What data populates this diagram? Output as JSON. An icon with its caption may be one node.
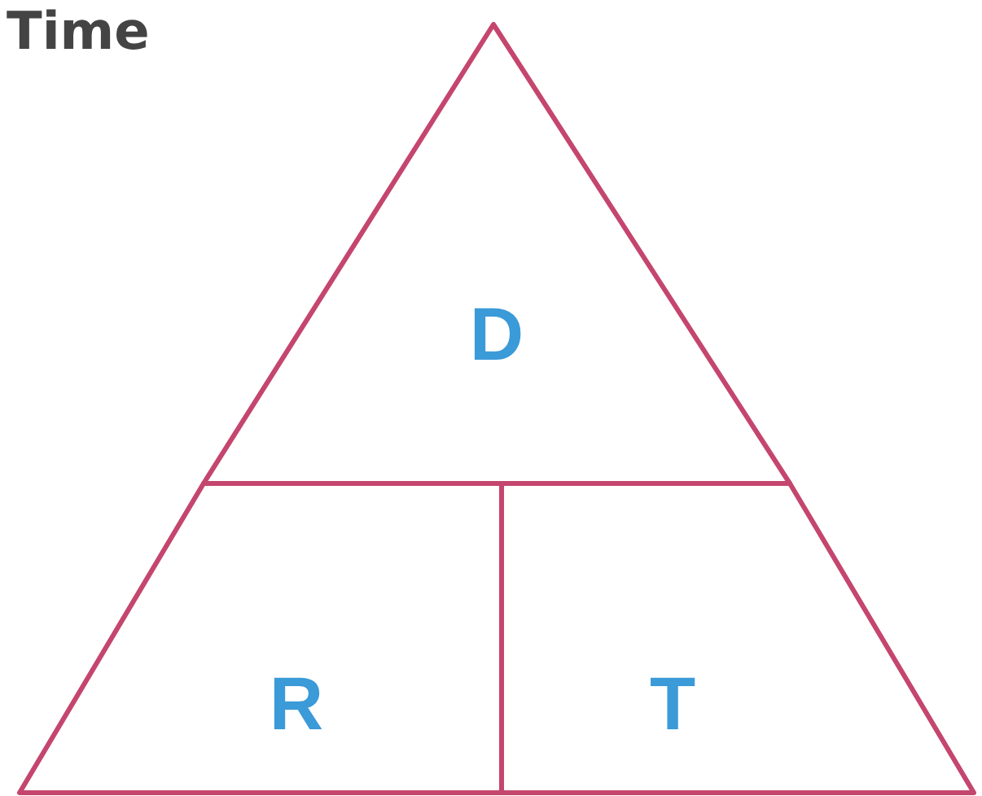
{
  "diagram": {
    "title": "Time",
    "nodes": [
      {
        "text": [
          "D"
        ]
      },
      {
        "text": [
          "R"
        ]
      },
      {
        "text": [
          "T"
        ]
      }
    ],
    "edges": []
  }
}
